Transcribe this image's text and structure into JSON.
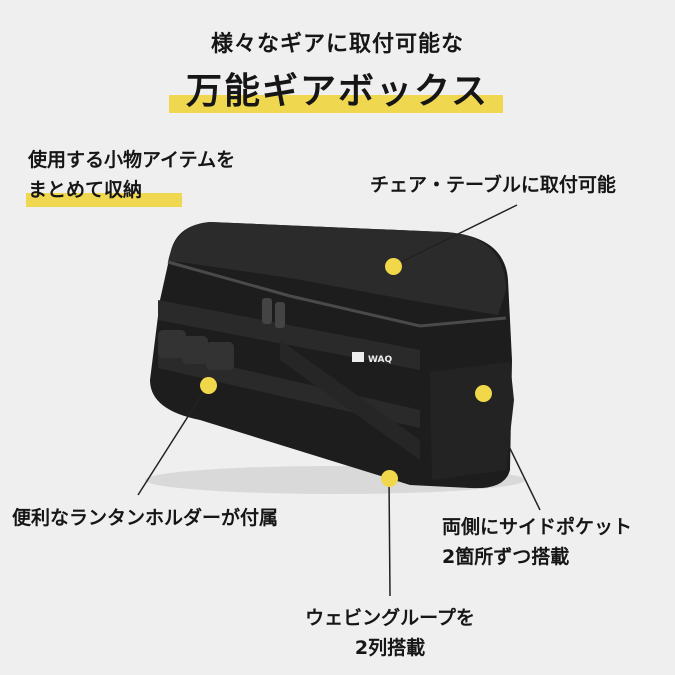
{
  "header": {
    "subtitle": "様々なギアに取付可能な",
    "title": "万能ギアボックス"
  },
  "product": {
    "brand_logo_text": "WAQ",
    "colors": {
      "bag": "#1f1f1f",
      "accent_highlight": "#f0d750",
      "dot": "#f0d84a",
      "background": "#efefef"
    }
  },
  "callouts": {
    "storage": {
      "line1": "使用する小物アイテムを",
      "line2": "まとめて収納"
    },
    "mount": {
      "text": "チェア・テーブルに取付可能"
    },
    "lantern": {
      "text": "便利なランタンホルダーが付属"
    },
    "side_pocket": {
      "line1": "両側にサイドポケット",
      "line2": "2箇所ずつ搭載"
    },
    "webbing": {
      "line1": "ウェビングループを",
      "line2": "2列搭載"
    }
  }
}
